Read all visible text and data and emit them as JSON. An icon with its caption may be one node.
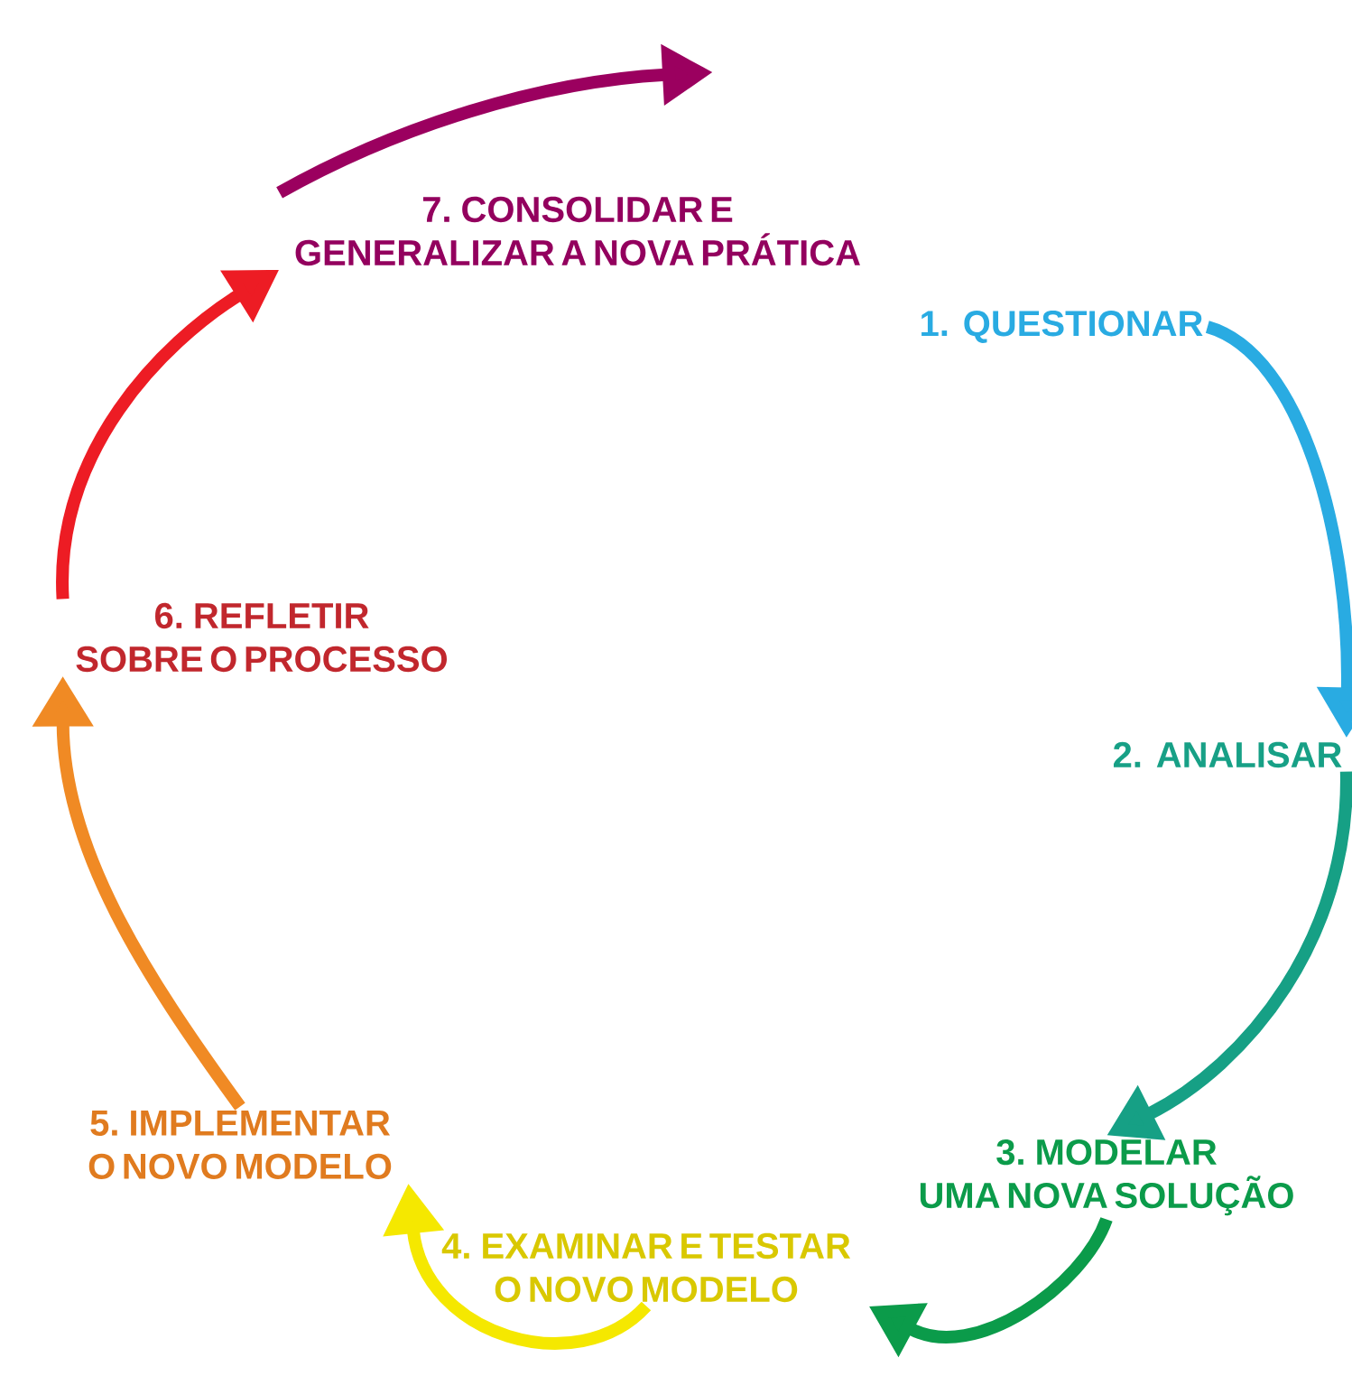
{
  "diagram": {
    "nodes": [
      {
        "text": [
          "1. QUESTIONAR"
        ]
      },
      {
        "text": [
          "2. ANALISAR"
        ]
      },
      {
        "text": [
          "3. MODELAR UMA NOVA SOLUÇÃO"
        ]
      },
      {
        "text": [
          "4. EXAMINAR E TESTAR O NOVO MODELO"
        ]
      },
      {
        "text": [
          "5. IMPLEMENTAR O NOVO MODELO"
        ]
      },
      {
        "text": [
          "6. REFLETIR SOBRE O PROCESSO"
        ]
      },
      {
        "text": [
          "7. CONSOLIDAR E GENERALIZAR A NOVA PRÁTICA"
        ]
      }
    ],
    "edges": [
      {
        "from": 0,
        "to": 1,
        "arrow": "to",
        "color": "#29abe2"
      },
      {
        "from": 1,
        "to": 2,
        "arrow": "to",
        "color": "#16a085"
      },
      {
        "from": 2,
        "to": 3,
        "arrow": "to",
        "color": "#0b9b4a"
      },
      {
        "from": 3,
        "to": 4,
        "arrow": "to",
        "color": "#f5e800"
      },
      {
        "from": 4,
        "to": 5,
        "arrow": "to",
        "color": "#f08a24"
      },
      {
        "from": 5,
        "to": 6,
        "arrow": "to",
        "color": "#ed1c24"
      },
      {
        "from": 6,
        "to": null,
        "arrow": "to",
        "color": "#9b005f"
      }
    ]
  }
}
